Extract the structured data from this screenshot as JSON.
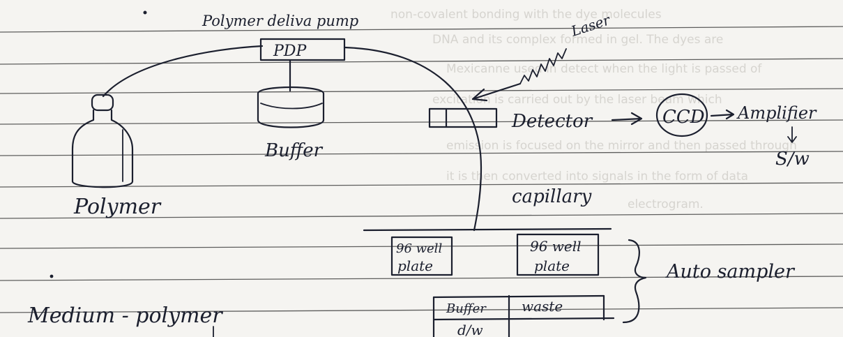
{
  "diagram": {
    "pump_caption": "Polymer deliva pump",
    "pump_box": "PDP",
    "laser": "Laser",
    "detector": "Detector",
    "ccd": "CCD",
    "amplifier": "Amplifier",
    "software": "S/w",
    "polymer": "Polymer",
    "buffer": "Buffer",
    "capillary": "capillary",
    "plate_left_line1": "96 well",
    "plate_left_line2": "plate",
    "plate_right_line1": "96 well",
    "plate_right_line2": "plate",
    "autosampler": "Auto sampler",
    "table_buffer": "Buffer",
    "table_waste": "waste",
    "table_dw": "d/w",
    "medium_note": "Medium - polymer"
  },
  "background_text": [
    "non-covalent bonding with the dye molecules",
    "DNA and its complex formed in gel. The dyes are",
    "Mexicanne used in detect when the light is passed of",
    "excitation is carried out by the laser beam which",
    "emission is focused on the mirror and then passed through",
    "it is then converted into signals in the form of data",
    "electrogram."
  ]
}
